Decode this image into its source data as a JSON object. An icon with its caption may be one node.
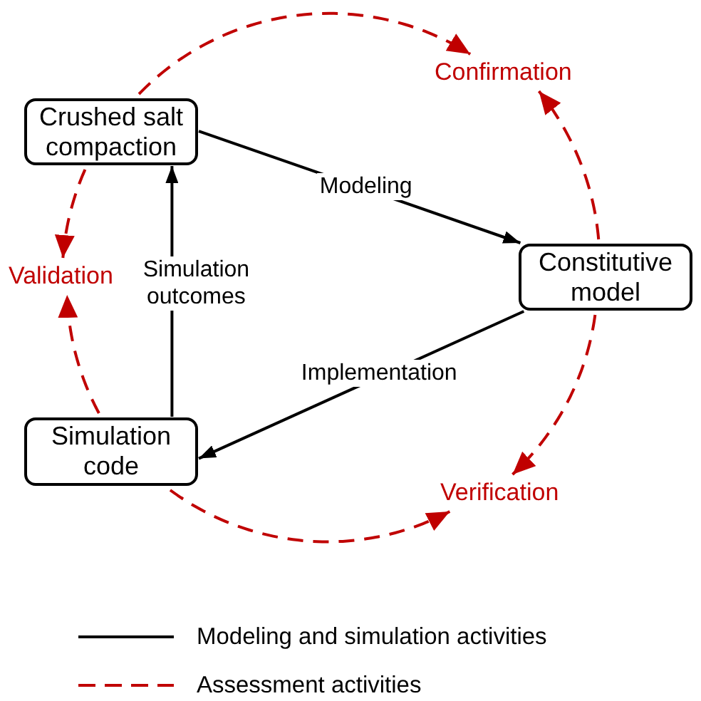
{
  "diagram": {
    "nodes": [
      {
        "text": [
          "Confirmation"
        ]
      },
      {
        "text": [
          "Crushed salt compaction"
        ]
      },
      {
        "text": [
          "Validation"
        ]
      },
      {
        "text": [
          "Constitutive model"
        ]
      },
      {
        "text": [
          "Simulation code"
        ]
      },
      {
        "text": [
          "Verification"
        ]
      }
    ],
    "edges": [
      {
        "from": 1,
        "to": 3,
        "arrow": "to",
        "label": "Modeling",
        "color": "#000000"
      },
      {
        "from": 3,
        "to": 4,
        "arrow": "to",
        "label": "Implementation",
        "color": "#000000"
      },
      {
        "from": 4,
        "to": 1,
        "arrow": "to",
        "label": "Simulation outcomes",
        "color": "#000000"
      },
      {
        "from": 1,
        "to": 0,
        "arrow": "to",
        "style": "dashed"
      },
      {
        "from": 3,
        "to": 0,
        "arrow": "to",
        "style": "dashed"
      },
      {
        "from": 3,
        "to": 5,
        "arrow": "to",
        "style": "dashed"
      },
      {
        "from": 4,
        "to": 5,
        "arrow": "to",
        "style": "dashed"
      },
      {
        "from": 1,
        "to": 2,
        "arrow": "to",
        "style": "dashed"
      },
      {
        "from": 4,
        "to": 2,
        "arrow": "to",
        "style": "dashed"
      }
    ],
    "legend": [
      {
        "text": "Modeling and simulation activities"
      },
      {
        "text": "Assessment activities"
      }
    ]
  }
}
